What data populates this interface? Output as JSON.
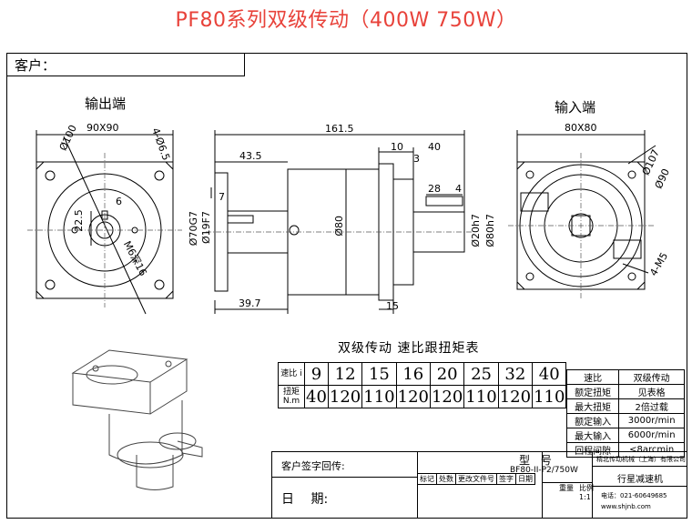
{
  "title": "PF80系列双级传动（400W 750W）",
  "customer": "客户：",
  "output_end": "输出端",
  "input_end": "输入端",
  "dims": {
    "d_90x90": "90X90",
    "d_phi100": "Ø100",
    "d_4phi65": "4-Ø6.5",
    "d_6": "6",
    "d_225": "22.5",
    "d_m6": "M6深16",
    "d_1615": "161.5",
    "d_435": "43.5",
    "d_10": "10",
    "d_40": "40",
    "d_3": "3",
    "d_28": "28",
    "d_4": "4",
    "d_7": "7",
    "d_70g7": "Ø70G7",
    "d_19f7": "Ø19F7",
    "d_80": "Ø80",
    "d_20h7": "Ø20h7",
    "d_80h7": "Ø80h7",
    "d_397": "39.7",
    "d_15": "15",
    "d_80x80": "80X80",
    "d_phi107": "Ø107",
    "d_phi90": "Ø90",
    "d_4m5": "4-M5"
  },
  "ratio_table": {
    "title": "双级传动 速比跟扭矩表",
    "row1_head": [
      "速",
      "比",
      "i"
    ],
    "row2_head": [
      "扭",
      "矩",
      "N.m"
    ],
    "ratios": [
      "9",
      "12",
      "15",
      "16",
      "20",
      "25",
      "32",
      "40"
    ],
    "torques": [
      "40",
      "120",
      "110",
      "120",
      "120",
      "110",
      "120",
      "110"
    ]
  },
  "spec_table": [
    [
      "速比",
      "双级传动"
    ],
    [
      "额定扭矩",
      "见表格"
    ],
    [
      "最大扭矩",
      "2倍过载"
    ],
    [
      "额定输入",
      "3000r/min"
    ],
    [
      "最大输入",
      "6000r/min"
    ],
    [
      "回程间隙",
      "<8arcmin"
    ]
  ],
  "title_block": {
    "sign_label": "客户签字回传:",
    "date_label": "日 期:",
    "model_label": "型 号",
    "model_value": "BF80-II-P2/750W",
    "company": "精北传动机械（上海）有限公司",
    "product": "行星减速机",
    "rev_headers": [
      "标记",
      "处数",
      "更改文件号",
      "签字",
      "日期"
    ],
    "weight": "重量",
    "scale": "比例",
    "scale_value": "1:1",
    "tel": "电话：021-60649685",
    "website": "www.shjnb.com"
  }
}
